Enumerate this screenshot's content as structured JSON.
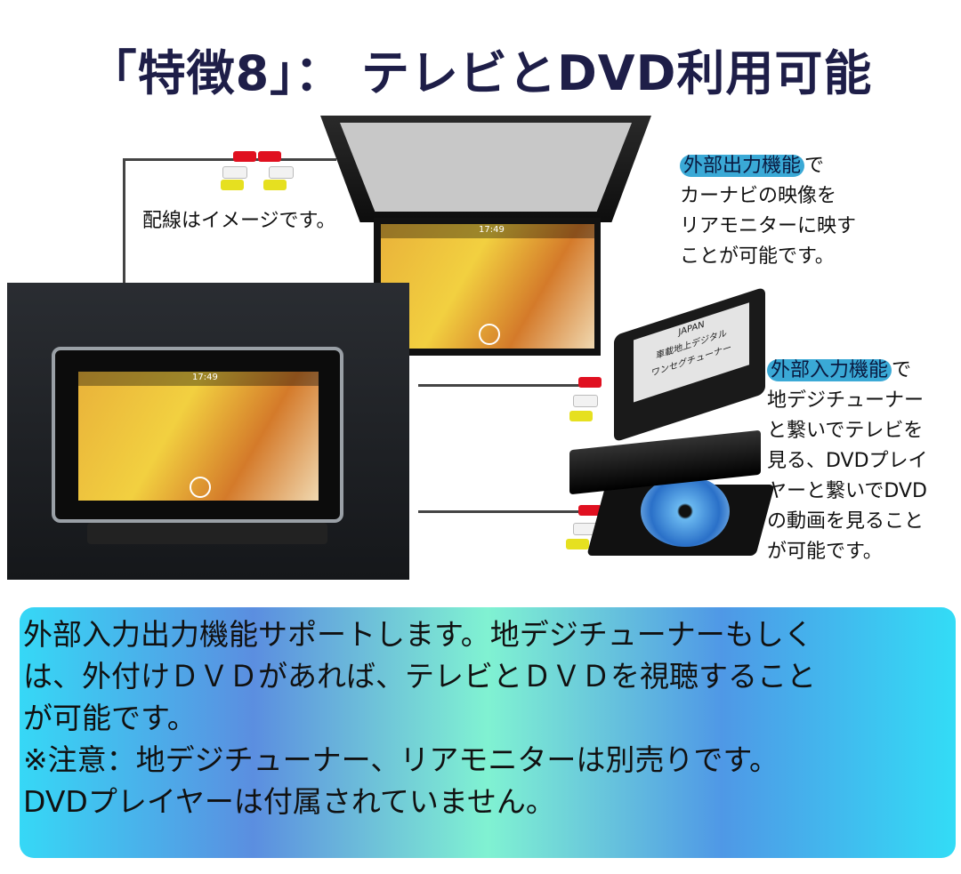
{
  "title": "「特徴8」： テレビとDVD利用可能",
  "wiring_note": "配線はイメージです。",
  "output_callout": {
    "highlight": "外部出力機能",
    "lines": [
      "で",
      "カーナビの映像を",
      "リアモニターに映す",
      "ことが可能です。"
    ]
  },
  "input_callout": {
    "highlight": "外部入力機能",
    "lines": [
      "で",
      "地デジチューナー",
      "と繋いでテレビを",
      "見る、DVDプレイ",
      "ヤーと繋いでDVD",
      "の動画を見ること",
      "が可能です。"
    ]
  },
  "tuner_label": {
    "line1": "車載地上デジタル",
    "line2": "ワンセグチューナー",
    "brand": "JAPAN"
  },
  "screen": {
    "time": "17:49"
  },
  "description": {
    "lines": [
      "外部入力出力機能サポートします。地デジチューナーもしく",
      "は、外付けＤＶＤがあれば、テレビとＤＶＤを視聴すること",
      "が可能です。",
      "※注意：地デジチューナー、リアモニターは別売りです。",
      "DVDプレイヤーは付属されていません。"
    ]
  },
  "colors": {
    "title": "#1e1e48",
    "highlight": "#3aa9d6",
    "plug_red": "#e01020",
    "plug_yellow": "#e6e020"
  }
}
